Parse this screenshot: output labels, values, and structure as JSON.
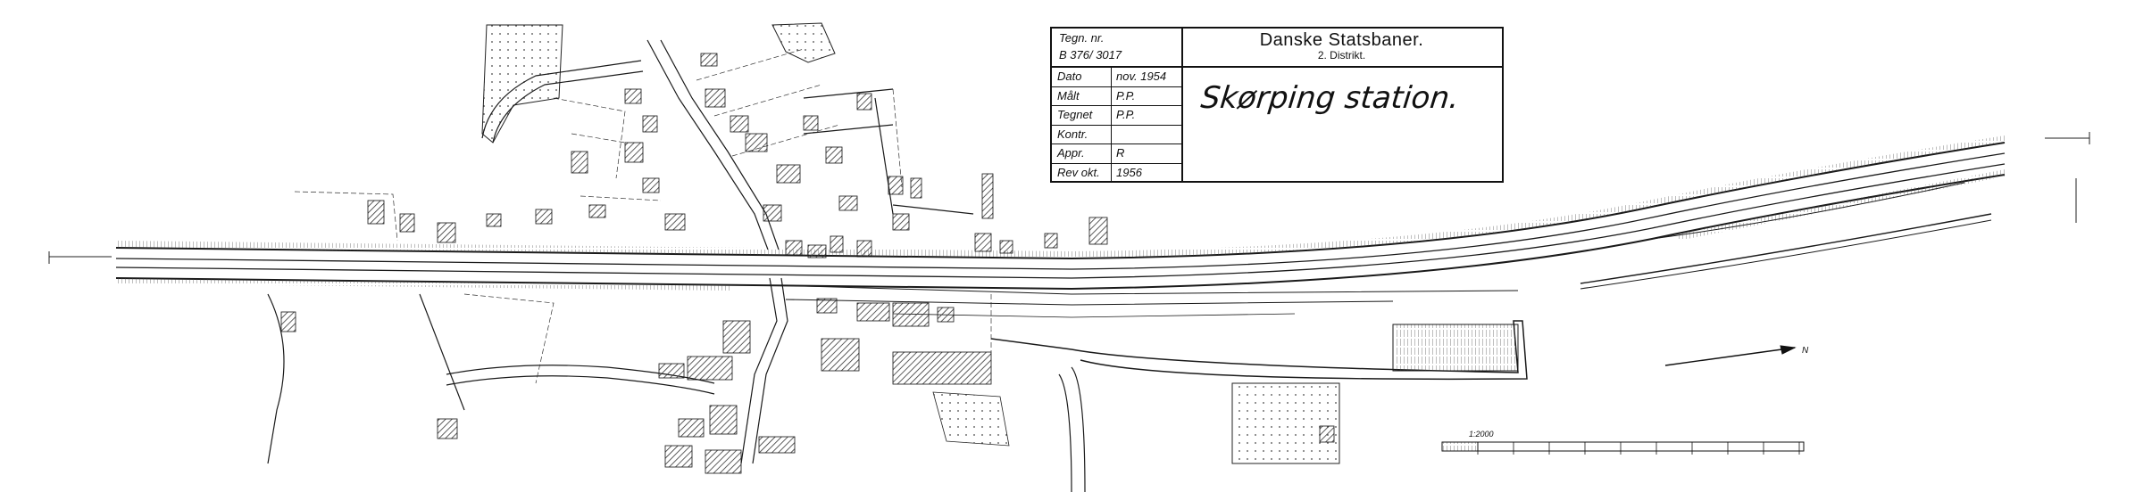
{
  "title_block": {
    "drawing_no_label": "Tegn. nr.",
    "drawing_no": "B 376/ 3017",
    "organization": "Danske Statsbaner.",
    "district": "2. Distrikt.",
    "station_name": "Skørping station.",
    "rows": [
      {
        "key": "Dato",
        "value": "nov. 1954"
      },
      {
        "key": "Målt",
        "value": "P.P."
      },
      {
        "key": "Tegnet",
        "value": "P.P."
      },
      {
        "key": "Kontr.",
        "value": ""
      },
      {
        "key": "Appr.",
        "value": "R"
      },
      {
        "key": "Rev okt.",
        "value": "1956"
      }
    ]
  },
  "scale_bar": {
    "label": "1:2000"
  },
  "north_arrow": {
    "label": "N"
  },
  "colors": {
    "ink": "#1a1a1a",
    "paper": "#ffffff",
    "hatch": "#555555"
  }
}
